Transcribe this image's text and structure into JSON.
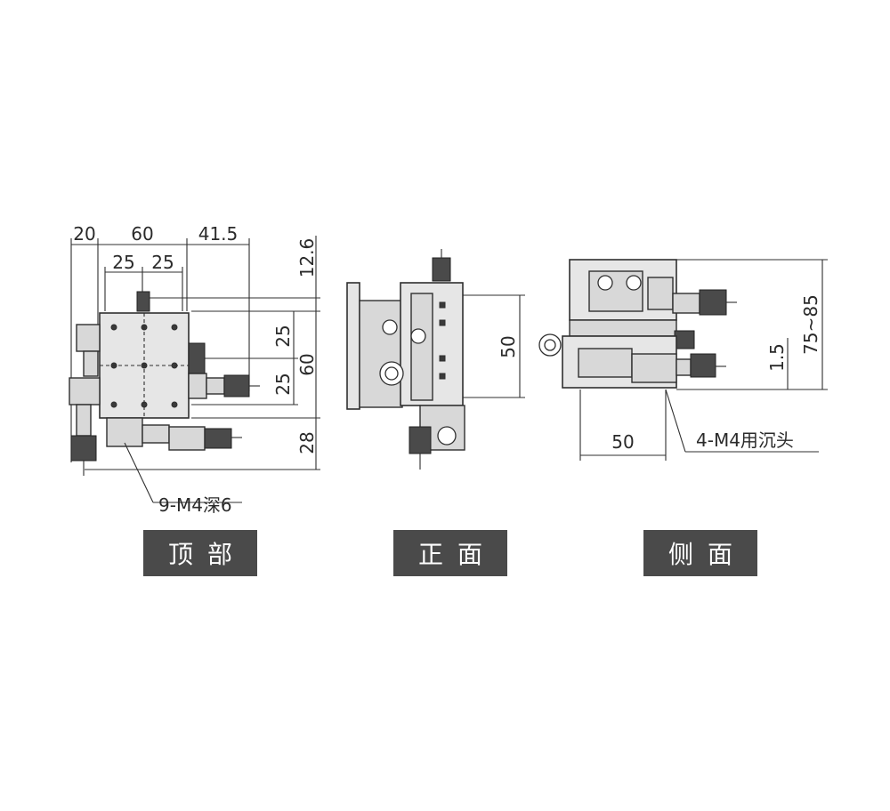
{
  "top_view": {
    "dims": {
      "w20": "20",
      "w60": "60",
      "w41_5": "41.5",
      "w25a": "25",
      "w25b": "25",
      "h12_6": "12.6",
      "h25a": "25",
      "h60": "60",
      "h25b": "25",
      "h28": "28"
    },
    "note": "9-M4深6",
    "caption": "顶部"
  },
  "front_view": {
    "dims": {
      "h50": "50"
    },
    "caption": "正面"
  },
  "side_view": {
    "dims": {
      "h75_85": "75~85",
      "h1_5": "1.5",
      "w50": "50"
    },
    "note": "4-M4用沉头",
    "caption": "侧面"
  },
  "colors": {
    "caption_bg": "#4a4a4a",
    "caption_text": "#ffffff",
    "line": "#2f2f2f",
    "body_fill": "#e6e6e6"
  }
}
